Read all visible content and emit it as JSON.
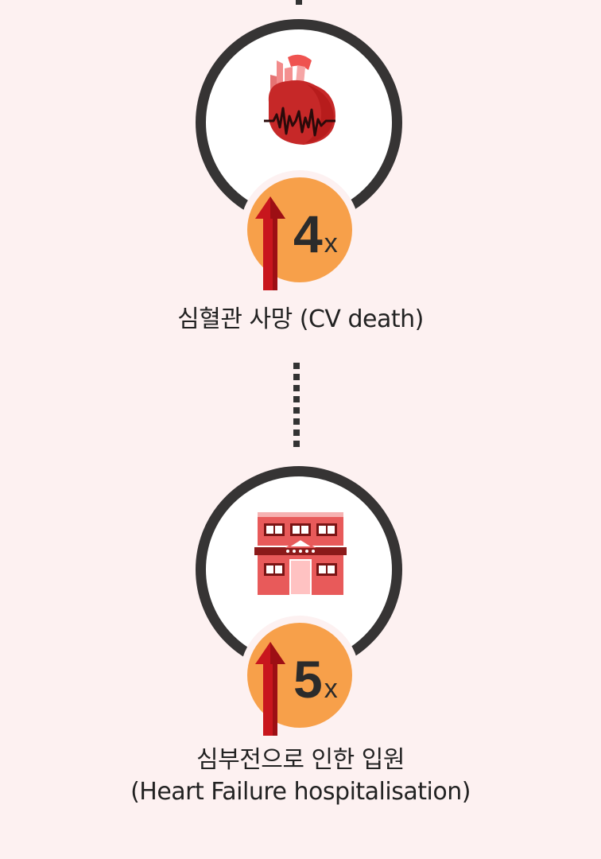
{
  "outcomes": [
    {
      "icon": "heart-icon",
      "multiplier": "4",
      "unit": "x",
      "label": "심혈관 사망 (CV death)"
    },
    {
      "icon": "hospital-icon",
      "multiplier": "5",
      "unit": "x",
      "label_line1": "심부전으로 인한 입원",
      "label_line2": "(Heart Failure hospitalisation)"
    }
  ],
  "colors": {
    "background": "#fdf1f1",
    "ring": "#363434",
    "badge": "#f7a04a",
    "arrow": "#c8161d",
    "heart": "#c62828",
    "hospital": "#e85a5a"
  }
}
